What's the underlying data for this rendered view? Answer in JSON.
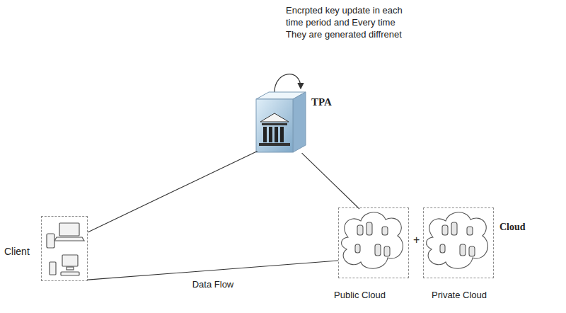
{
  "diagram": {
    "nodes": [
      {
        "text": [
          "TPA"
        ]
      },
      {
        "text": [
          "Client"
        ]
      },
      {
        "text": [
          "Public Cloud"
        ]
      },
      {
        "text": [
          "Private Cloud"
        ]
      }
    ],
    "edges": [
      {
        "from": 1,
        "to": 0,
        "arrow": "none"
      },
      {
        "from": 1,
        "to": 2,
        "label": "Data Flow",
        "arrow": "none"
      },
      {
        "from": 0,
        "to": 2,
        "arrow": "none"
      }
    ],
    "labels": [
      "Encrpted key update in each time period and Every time They are generated diffrenet",
      "+",
      "Cloud"
    ]
  }
}
